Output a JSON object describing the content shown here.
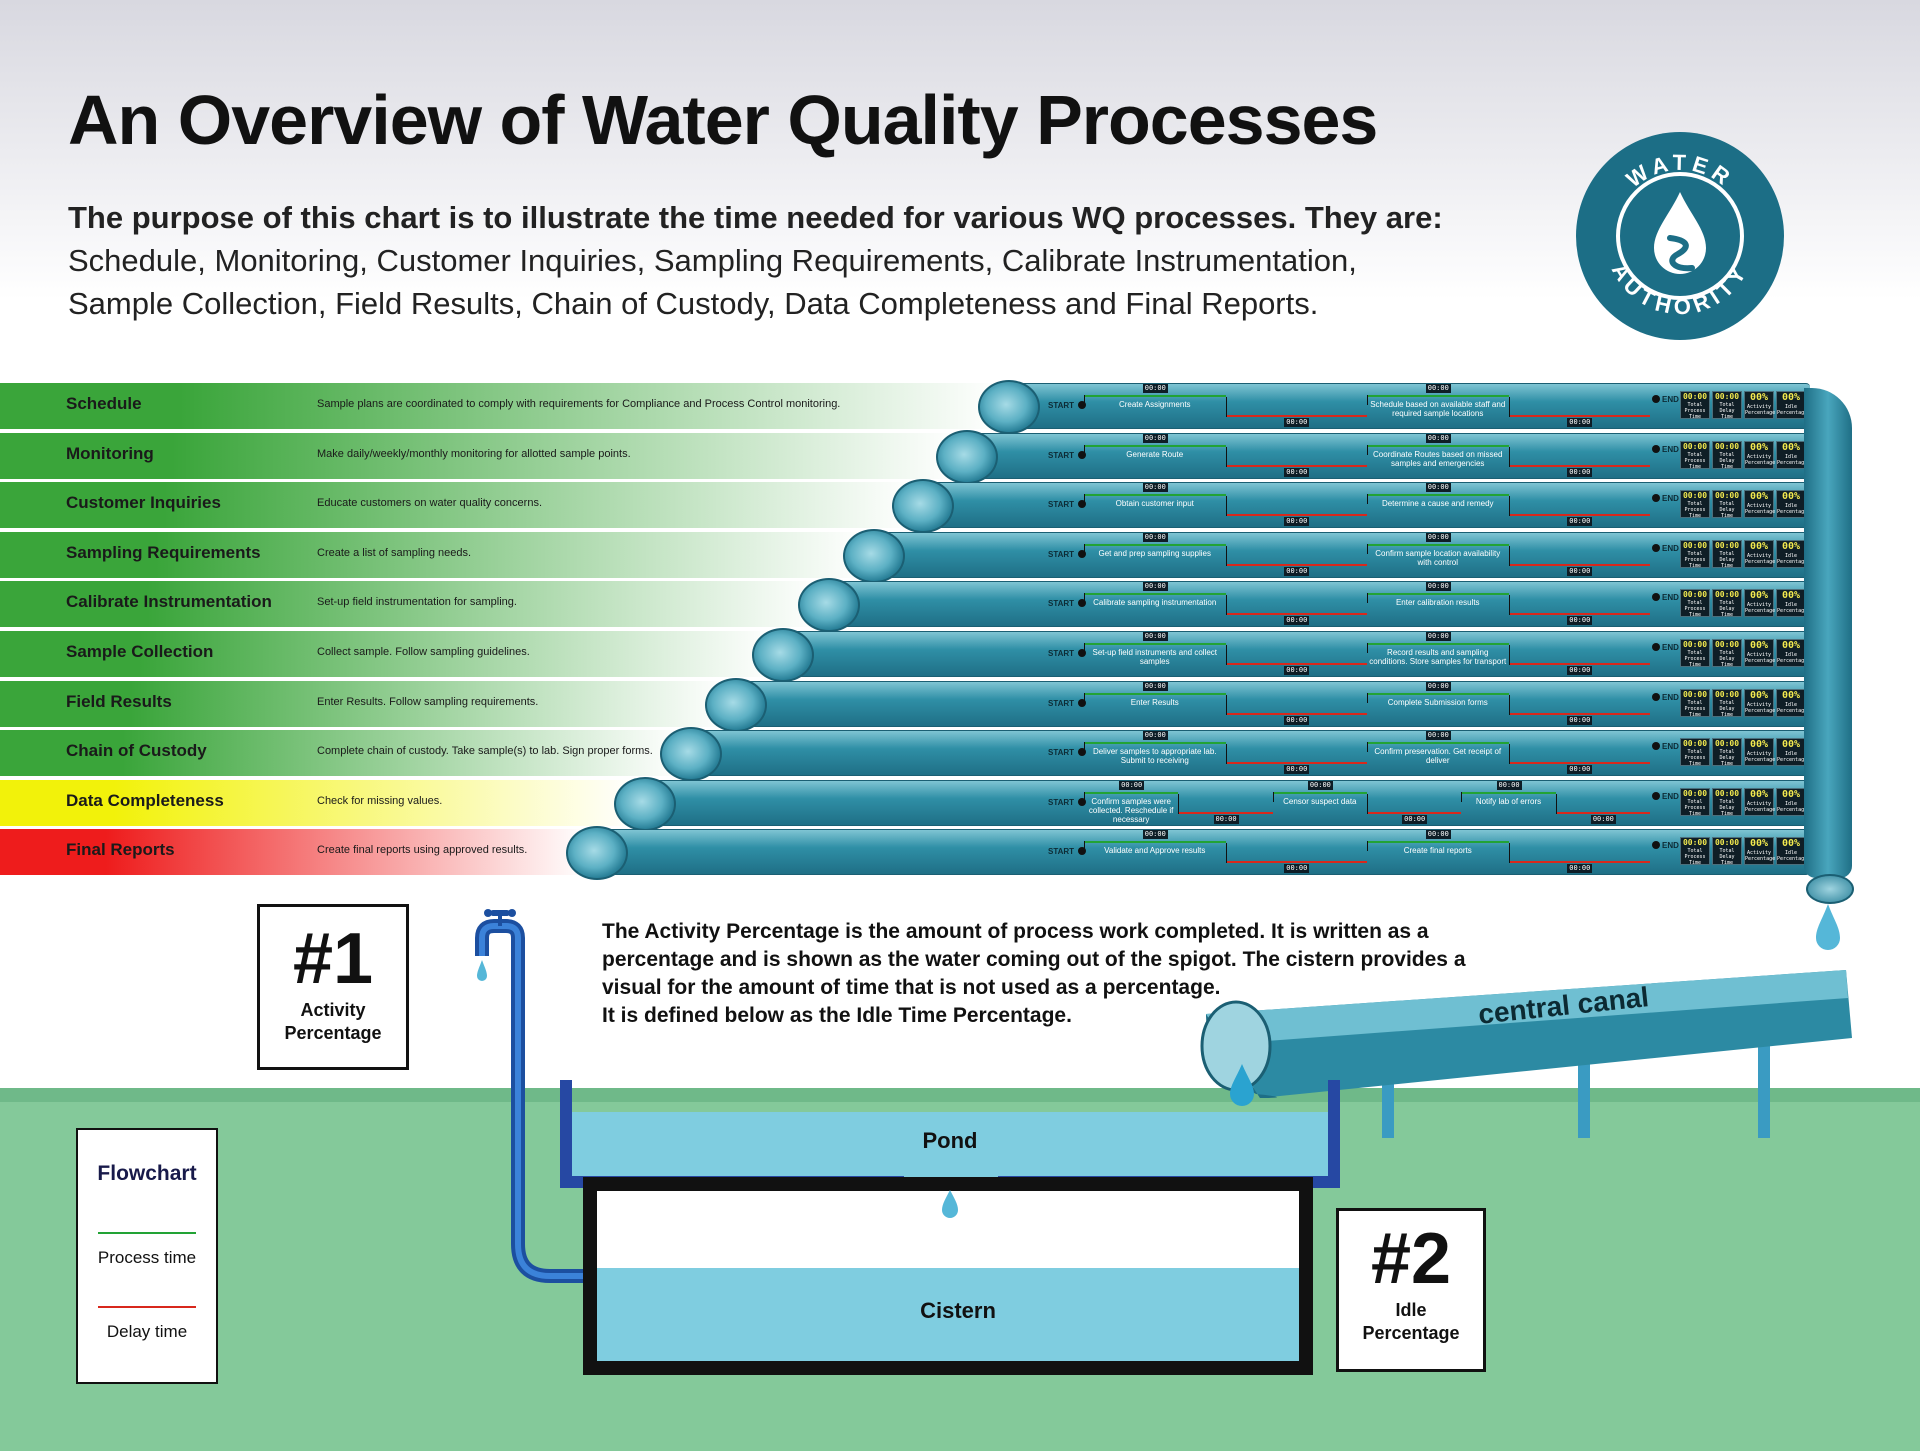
{
  "title": "An Overview of Water Quality Processes",
  "subtitle": {
    "bold": "The purpose of this chart is to illustrate the time needed for various WQ processes. They are:",
    "line2": "Schedule, Monitoring, Customer Inquiries, Sampling Requirements, Calibrate Instrumentation,",
    "line3": "Sample Collection, Field Results, Chain of Custody, Data Completeness and Final Reports."
  },
  "logo": {
    "top": "WATER",
    "bottom": "AUTHORITY",
    "icon": "water-drop-icon"
  },
  "pipe_labels": {
    "start": "START",
    "end": "END",
    "timer": "00:00",
    "disp_time": "00:00",
    "disp_pct": "00%",
    "cap_total": "Total Process Time",
    "cap_delay": "Total Delay Time",
    "cap_activity": "Activity Percentage",
    "cap_idle": "Idle Percentage"
  },
  "processes": [
    {
      "label": "Schedule",
      "desc": "Sample plans are coordinated to comply with requirements for Compliance and Process Control monitoring.",
      "color": "#3aa53a",
      "steps": [
        "Create Assignments",
        "Schedule based on available staff and required sample locations"
      ]
    },
    {
      "label": "Monitoring",
      "desc": "Make daily/weekly/monthly monitoring for allotted sample points.",
      "color": "#3aa53a",
      "steps": [
        "Generate Route",
        "Coordinate Routes based on missed samples and emergencies"
      ]
    },
    {
      "label": "Customer Inquiries",
      "desc": "Educate customers on water quality concerns.",
      "color": "#3aa53a",
      "steps": [
        "Obtain customer input",
        "Determine a cause and remedy"
      ]
    },
    {
      "label": "Sampling Requirements",
      "desc": "Create a list of sampling needs.",
      "color": "#3aa53a",
      "steps": [
        "Get and prep sampling supplies",
        "Confirm sample location availability with control"
      ]
    },
    {
      "label": "Calibrate Instrumentation",
      "desc": "Set-up field instrumentation for sampling.",
      "color": "#3aa53a",
      "steps": [
        "Calibrate sampling instrumentation",
        "Enter calibration results"
      ]
    },
    {
      "label": "Sample Collection",
      "desc": "Collect sample.  Follow sampling guidelines.",
      "color": "#3aa53a",
      "steps": [
        "Set-up field instruments and collect samples",
        "Record results and sampling conditions. Store samples for transport"
      ]
    },
    {
      "label": "Field Results",
      "desc": "Enter Results.  Follow sampling requirements.",
      "color": "#3aa53a",
      "steps": [
        "Enter Results",
        "Complete Submission forms"
      ]
    },
    {
      "label": "Chain of Custody",
      "desc": "Complete chain of custody.  Take sample(s) to lab. Sign proper forms.",
      "color": "#3aa53a",
      "steps": [
        "Deliver samples to appropriate lab. Submit to receiving",
        "Confirm preservation. Get receipt of deliver"
      ]
    },
    {
      "label": "Data Completeness",
      "desc": "Check for missing values.",
      "color": "#f2f20a",
      "steps": [
        "Confirm samples were collected. Reschedule if necessary",
        "Censor suspect data",
        "Notify lab of errors"
      ]
    },
    {
      "label": "Final Reports",
      "desc": "Create final reports using approved results.",
      "color": "#ee1c1c",
      "steps": [
        "Validate and Approve results",
        "Create final reports"
      ]
    }
  ],
  "box1": {
    "number": "#1",
    "label_line1": "Activity",
    "label_line2": "Percentage"
  },
  "box2": {
    "number": "#2",
    "label_line1": "Idle",
    "label_line2": "Percentage"
  },
  "explanation": {
    "line1": "The Activity Percentage is the amount of process work completed. It is written as  a",
    "line2": "percentage and is shown as the water coming out of the spigot. The cistern provides a",
    "line3": "visual for the amount of time that is not used as a percentage.",
    "line4": "It is defined below as the Idle Time Percentage."
  },
  "canal_label": "central canal",
  "pond_label": "Pond",
  "cistern_label": "Cistern",
  "legend": {
    "title": "Flowchart",
    "process": "Process time",
    "delay": "Delay time",
    "process_color": "#22a335",
    "delay_color": "#d8281c"
  }
}
